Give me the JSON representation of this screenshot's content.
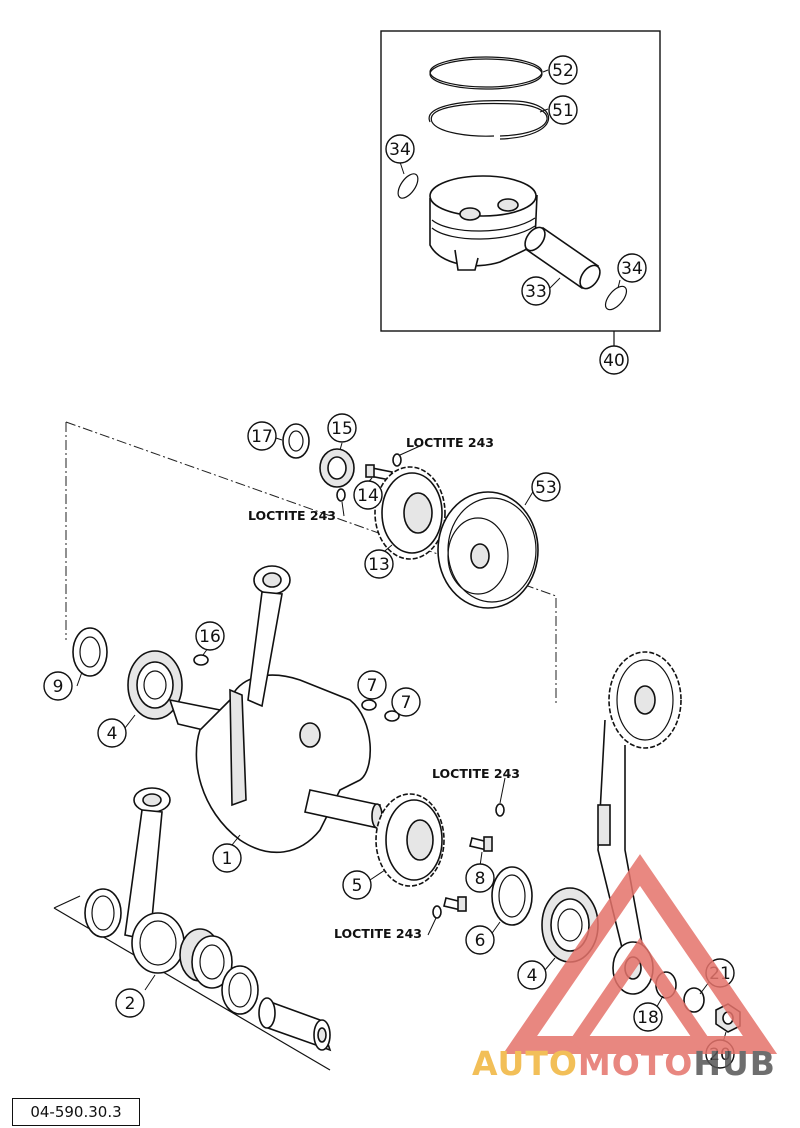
{
  "diagram_code": "04-590.30.3",
  "callouts": {
    "c52": "52",
    "c51": "51",
    "c34a": "34",
    "c34b": "34",
    "c33": "33",
    "c40": "40",
    "c17": "17",
    "c15": "15",
    "c14": "14",
    "c13": "13",
    "c53": "53",
    "c16": "16",
    "c9": "9",
    "c4a": "4",
    "c7a": "7",
    "c7b": "7",
    "c1": "1",
    "c5": "5",
    "c8": "8",
    "c6": "6",
    "c4b": "4",
    "c21": "21",
    "c18": "18",
    "c20": "20",
    "c2": "2"
  },
  "notes": {
    "loctite_top": "LOCTITE 243",
    "loctite_mid": "LOCTITE 243",
    "loctite_right": "LOCTITE 243",
    "loctite_bottom": "LOCTITE 243"
  },
  "watermark": {
    "part1": "AUTO",
    "part2": "MOTO",
    "part3": "HUB",
    "color1": "#f0b43c",
    "color2": "#e5736b",
    "color3": "#555555"
  }
}
